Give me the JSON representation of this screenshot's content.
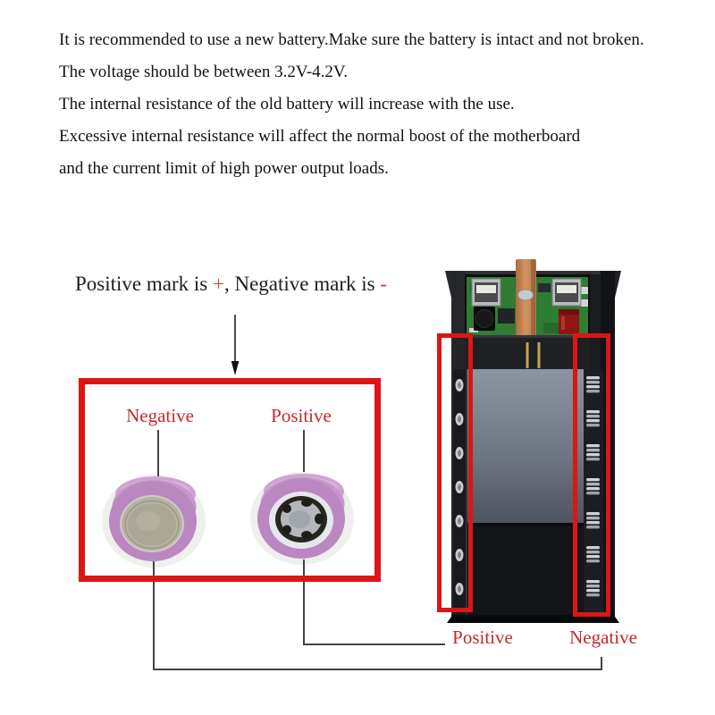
{
  "intro": {
    "lines": [
      "It is recommended to use a new battery.Make sure the battery is intact and not broken.",
      "The voltage should be between 3.2V-4.2V.",
      "The internal resistance of the old battery will increase with the use.",
      "Excessive internal resistance will affect the normal boost of the motherboard",
      "and the current limit of high power output loads."
    ]
  },
  "marks_line": {
    "prefix": "Positive mark is ",
    "plus": "+",
    "middle": ", Negative mark is ",
    "minus": "-"
  },
  "battery_box": {
    "negative_label": "Negative",
    "positive_label": "Positive"
  },
  "case_labels": {
    "positive_label": "Positive",
    "negative_label": "Negative"
  },
  "colors": {
    "highlight_red": "#dd1515",
    "label_red": "#c5282a",
    "mark_red": "#c0453a",
    "callout_gray": "#434343",
    "battery_pink": "#bb87c1",
    "battery_pink_light": "#cfa3d3",
    "terminal_beige": "#b6b4a1",
    "pcb_green": "#2f7c33",
    "copper": "#c58454",
    "case_black": "#1b1c20"
  }
}
